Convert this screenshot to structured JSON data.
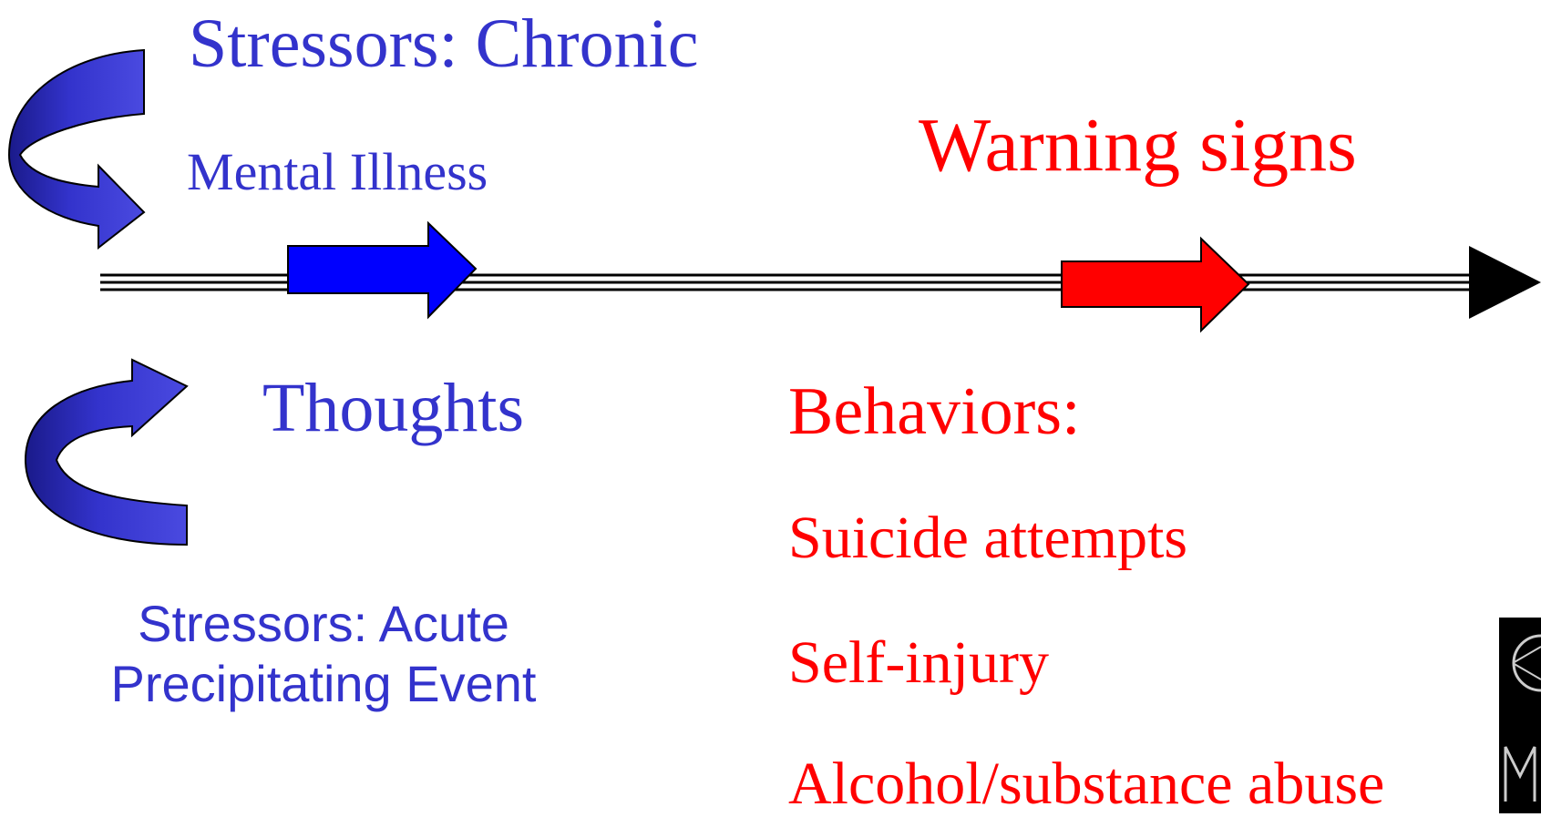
{
  "colors": {
    "blue_text": "#3333cc",
    "red_text": "#ff0000",
    "blue_arrow": "#0000ff",
    "red_arrow": "#ff0000",
    "curved_arrow": "#3333cc",
    "timeline": "#000000"
  },
  "labels": {
    "stressors_chronic": "Stressors: Chronic",
    "mental_illness": "Mental Illness",
    "warning_signs": "Warning signs",
    "thoughts": "Thoughts",
    "stressors_acute_line1": "Stressors: Acute",
    "stressors_acute_line2": "Precipitating Event",
    "behaviors": "Behaviors:",
    "suicide_attempts": "Suicide attempts",
    "self_injury": "Self-injury",
    "alcohol_substance_abuse": "Alcohol/substance abuse"
  },
  "icons": {
    "timeline_end": "triangle-arrowhead-icon",
    "stage_arrow_blue": "block-arrow-right-icon",
    "stage_arrow_red": "block-arrow-right-icon",
    "curved_arrow_top": "curved-arrow-icon",
    "curved_arrow_bottom": "curved-arrow-icon",
    "corner_logo": "logo-icon"
  }
}
